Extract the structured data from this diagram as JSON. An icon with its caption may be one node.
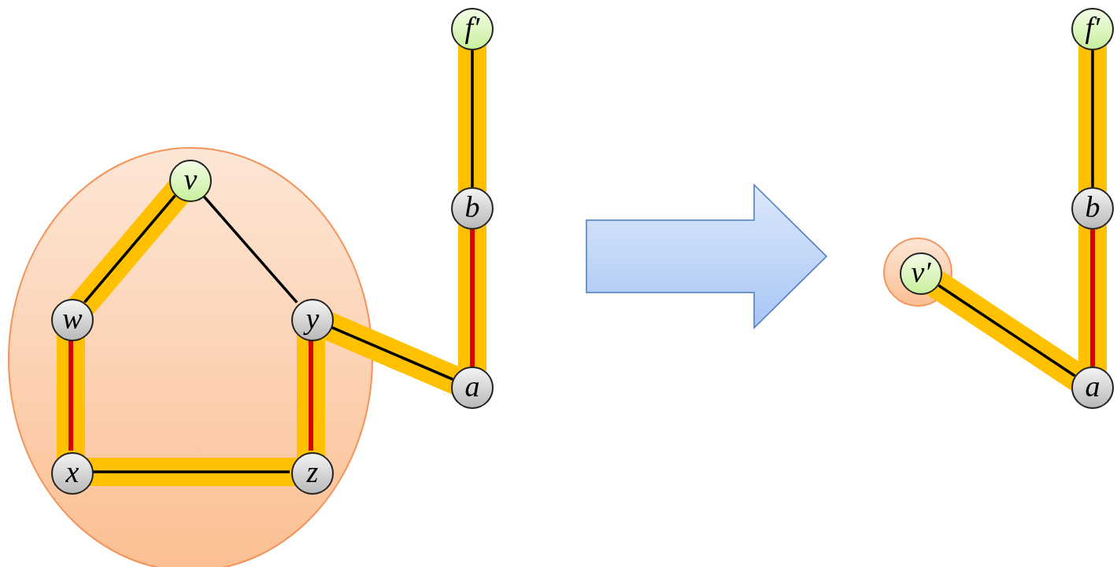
{
  "diagram": {
    "nodes": [
      {
        "text": [],
        "shape": "circle"
      },
      {
        "text": [
          "v"
        ],
        "in": 0
      },
      {
        "text": [
          "w"
        ],
        "in": 0
      },
      {
        "text": [
          "y"
        ],
        "in": 0
      },
      {
        "text": [
          "x"
        ],
        "in": 0
      },
      {
        "text": [
          "z"
        ],
        "in": 0
      },
      {
        "text": [
          "f′"
        ]
      },
      {
        "text": [
          "b"
        ]
      },
      {
        "text": [
          "a"
        ]
      },
      {
        "text": [
          "v′"
        ]
      },
      {
        "text": [
          "f′"
        ]
      },
      {
        "text": [
          "b"
        ]
      },
      {
        "text": [
          "a"
        ]
      }
    ],
    "edges": [
      {
        "from": 1,
        "to": 2,
        "arrow": "none"
      },
      {
        "from": 1,
        "to": 3,
        "arrow": "none"
      },
      {
        "from": 2,
        "to": 4,
        "arrow": "none",
        "color": "#d40000"
      },
      {
        "from": 3,
        "to": 5,
        "arrow": "none",
        "color": "#d40000"
      },
      {
        "from": 4,
        "to": 5,
        "arrow": "none"
      },
      {
        "from": 3,
        "to": 8,
        "arrow": "none"
      },
      {
        "from": 8,
        "to": 7,
        "arrow": "none",
        "color": "#d40000"
      },
      {
        "from": 7,
        "to": 6,
        "arrow": "none"
      },
      {
        "from": 9,
        "to": 12,
        "arrow": "none"
      },
      {
        "from": 12,
        "to": 11,
        "arrow": "none",
        "color": "#d40000"
      },
      {
        "from": 11,
        "to": 10,
        "arrow": "none"
      }
    ]
  }
}
